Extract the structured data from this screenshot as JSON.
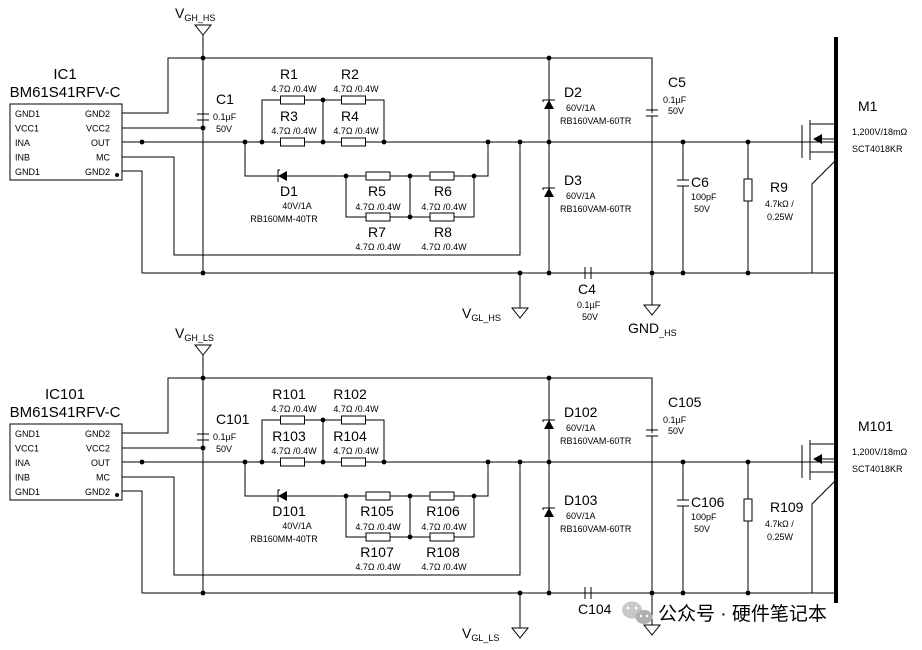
{
  "stages": [
    {
      "gh": "V",
      "gh_sub": "GH_HS",
      "gl": "V",
      "gl_sub": "GL_HS",
      "gnd": "GND",
      "gnd_sub": "_HS",
      "ic": {
        "ref": "IC1",
        "part": "BM61S41RFV-C",
        "left_pins": [
          "GND1",
          "VCC1",
          "INA",
          "INB",
          "GND1"
        ],
        "right_pins": [
          "GND2",
          "VCC2",
          "OUT",
          "MC",
          "GND2"
        ]
      },
      "c_in": {
        "ref": "C1",
        "v1": "0.1µF",
        "v2": "50V"
      },
      "r1": {
        "ref": "R1",
        "val": "4.7Ω /0.4W"
      },
      "r2": {
        "ref": "R2",
        "val": "4.7Ω /0.4W"
      },
      "r3": {
        "ref": "R3",
        "val": "4.7Ω /0.4W"
      },
      "r4": {
        "ref": "R4",
        "val": "4.7Ω /0.4W"
      },
      "r5": {
        "ref": "R5",
        "val": "4.7Ω /0.4W"
      },
      "r6": {
        "ref": "R6",
        "val": "4.7Ω /0.4W"
      },
      "r7": {
        "ref": "R7",
        "val": "4.7Ω /0.4W"
      },
      "r8": {
        "ref": "R8",
        "val": "4.7Ω /0.4W"
      },
      "d1": {
        "ref": "D1",
        "v1": "40V/1A",
        "v2": "RB160MM-40TR"
      },
      "d2": {
        "ref": "D2",
        "v1": "60V/1A",
        "v2": "RB160VAM-60TR"
      },
      "d3": {
        "ref": "D3",
        "v1": "60V/1A",
        "v2": "RB160VAM-60TR"
      },
      "c5": {
        "ref": "C5",
        "v1": "0.1µF",
        "v2": "50V"
      },
      "c6": {
        "ref": "C6",
        "v1": "100pF",
        "v2": "50V"
      },
      "r9": {
        "ref": "R9",
        "v1": "4.7kΩ /",
        "v2": "0.25W"
      },
      "c4": {
        "ref": "C4",
        "v1": "0.1µF",
        "v2": "50V"
      },
      "m": {
        "ref": "M1",
        "v1": "1,200V/18mΩ",
        "v2": "SCT4018KR"
      }
    },
    {
      "gh": "V",
      "gh_sub": "GH_LS",
      "gl": "V",
      "gl_sub": "GL_LS",
      "gnd": "",
      "gnd_sub": "",
      "ic": {
        "ref": "IC101",
        "part": "BM61S41RFV-C",
        "left_pins": [
          "GND1",
          "VCC1",
          "INA",
          "INB",
          "GND1"
        ],
        "right_pins": [
          "GND2",
          "VCC2",
          "OUT",
          "MC",
          "GND2"
        ]
      },
      "c_in": {
        "ref": "C101",
        "v1": "0.1µF",
        "v2": "50V"
      },
      "r1": {
        "ref": "R101",
        "val": "4.7Ω /0.4W"
      },
      "r2": {
        "ref": "R102",
        "val": "4.7Ω /0.4W"
      },
      "r3": {
        "ref": "R103",
        "val": "4.7Ω /0.4W"
      },
      "r4": {
        "ref": "R104",
        "val": "4.7Ω /0.4W"
      },
      "r5": {
        "ref": "R105",
        "val": "4.7Ω /0.4W"
      },
      "r6": {
        "ref": "R106",
        "val": "4.7Ω /0.4W"
      },
      "r7": {
        "ref": "R107",
        "val": "4.7Ω /0.4W"
      },
      "r8": {
        "ref": "R108",
        "val": "4.7Ω /0.4W"
      },
      "d1": {
        "ref": "D101",
        "v1": "40V/1A",
        "v2": "RB160MM-40TR"
      },
      "d2": {
        "ref": "D102",
        "v1": "60V/1A",
        "v2": "RB160VAM-60TR"
      },
      "d3": {
        "ref": "D103",
        "v1": "60V/1A",
        "v2": "RB160VAM-60TR"
      },
      "c5": {
        "ref": "C105",
        "v1": "0.1µF",
        "v2": "50V"
      },
      "c6": {
        "ref": "C106",
        "v1": "100pF",
        "v2": "50V"
      },
      "r9": {
        "ref": "R109",
        "v1": "4.7kΩ /",
        "v2": "0.25W"
      },
      "c4": {
        "ref": "C104",
        "v1": "",
        "v2": ""
      },
      "m": {
        "ref": "M101",
        "v1": "1,200V/18mΩ",
        "v2": "SCT4018KR"
      }
    }
  ],
  "watermark": {
    "text": "公众号 · 硬件笔记本",
    "icon": "wechat-icon"
  }
}
